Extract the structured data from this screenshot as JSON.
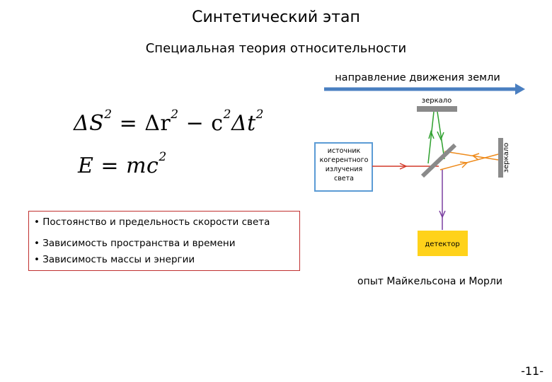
{
  "slide": {
    "title": "Синтетический этап",
    "subtitle": "Специальная теория относительности",
    "page_number": "-11-"
  },
  "formulas": {
    "interval": {
      "left": "ΔS",
      "eq": " = Δr",
      "minus": " − c",
      "dt": "Δt",
      "exp": "2"
    },
    "energy": {
      "text": "E = mc",
      "exp": "2"
    }
  },
  "bullets": [
    "• Постоянство и предельность скорости света",
    "• Зависимость пространства и времени",
    "• Зависимость массы и энергии"
  ],
  "diagram": {
    "earth_direction": "направление движения земли",
    "mirror_top": "зеркало",
    "mirror_right": "зеркало",
    "source_lines": [
      "источник",
      "когерентного",
      "излучения",
      "света"
    ],
    "detector": "детектор",
    "caption": "опыт Майкельсона и Морли",
    "colors": {
      "arrow": "#4a7fc1",
      "source_border": "#5b9bd5",
      "incoming_beam": "#d23a2a",
      "vertical_beam": "#2ea02e",
      "horizontal_beam": "#ee8a1a",
      "detector_beam": "#7a3fa0",
      "detector_fill": "#ffd21a",
      "mirror": "#8a8a8a",
      "bullet_border": "#c0302f"
    }
  }
}
